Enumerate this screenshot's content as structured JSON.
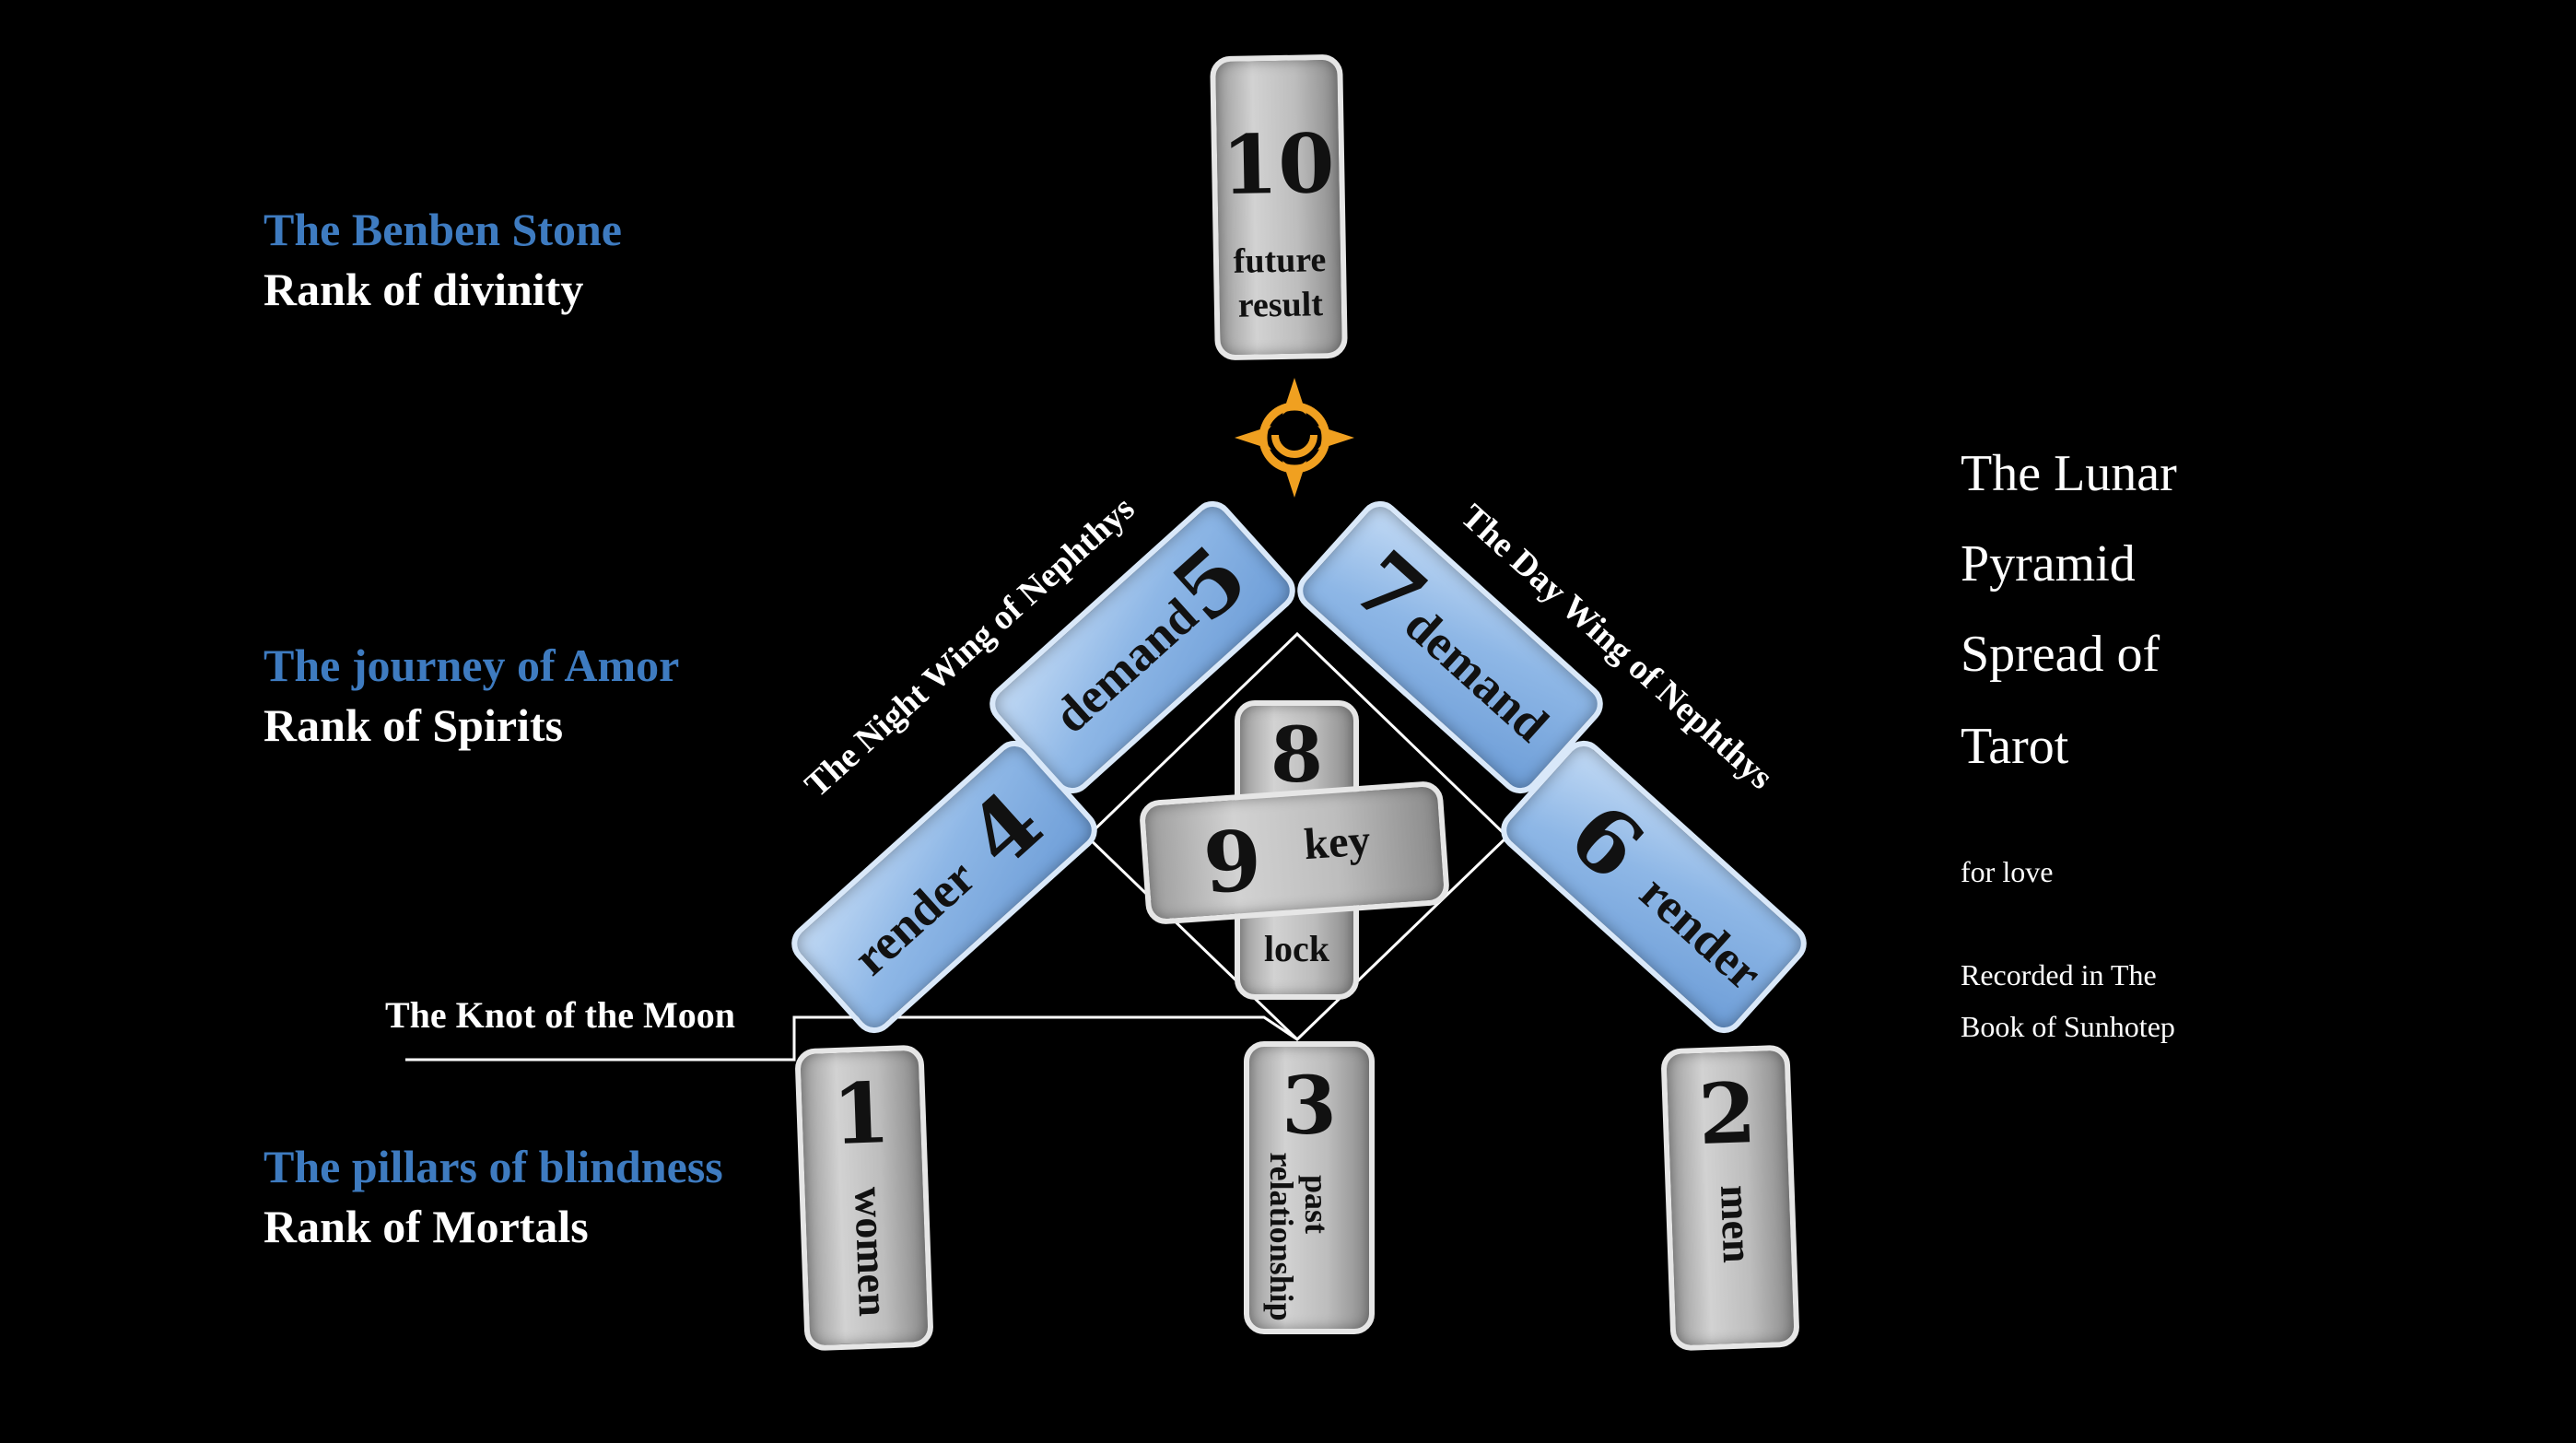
{
  "left_ranks": [
    {
      "title": "The Benben Stone",
      "subtitle": "Rank of divinity"
    },
    {
      "title": "The journey of Amor",
      "subtitle": "Rank of Spirits"
    },
    {
      "title": "The pillars of blindness",
      "subtitle": "Rank of Mortals"
    }
  ],
  "knot_label": "The Knot of  the Moon",
  "right_panel": {
    "title_lines": [
      "The Lunar",
      "Pyramid",
      "Spread of",
      "Tarot"
    ],
    "purpose": "for love",
    "source_lines": [
      "Recorded in The",
      "Book of Sunhotep"
    ]
  },
  "wings": {
    "night": "The Night Wing of Nephthys",
    "day": "The Day Wing of Nephthys"
  },
  "cards": {
    "c10": {
      "number": "10",
      "label_line1": "future",
      "label_line2": "result"
    },
    "c5": {
      "number": "5",
      "label": "demand"
    },
    "c4": {
      "number": "4",
      "label": "render"
    },
    "c7": {
      "number": "7",
      "label": "demand"
    },
    "c6": {
      "number": "6",
      "label": "render"
    },
    "c8": {
      "number": "8",
      "label": "lock"
    },
    "c9": {
      "number": "9",
      "label": "key"
    },
    "c1": {
      "number": "1",
      "label": "women"
    },
    "c3": {
      "number": "3",
      "label_line1": "past",
      "label_line2": "relationship"
    },
    "c2": {
      "number": "2",
      "label": "men"
    }
  },
  "icons": {
    "center_symbol": "moon-sun-compass-icon"
  },
  "colors": {
    "background": "#000000",
    "rank_title": "#3e7bc0",
    "blue_card": "#8eb7e6",
    "grey_card": "#c4c4c4",
    "sun_symbol": "#f0a020"
  }
}
